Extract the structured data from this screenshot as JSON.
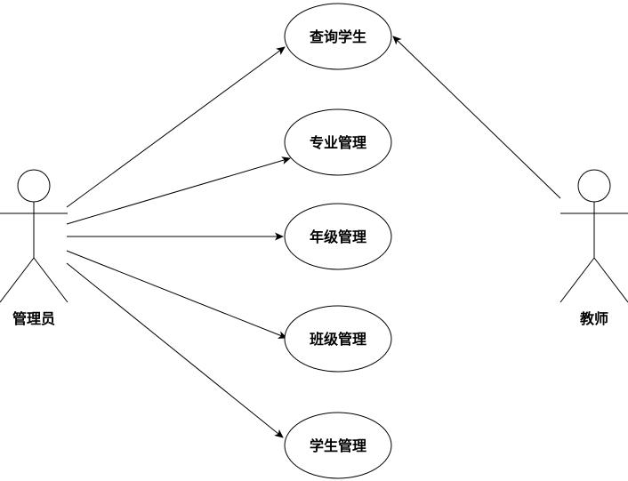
{
  "actors": [
    {
      "id": "admin",
      "label": "管理员"
    },
    {
      "id": "teacher",
      "label": "教师"
    }
  ],
  "use_cases": [
    {
      "id": "query-student",
      "label": "查询学生"
    },
    {
      "id": "major-manage",
      "label": "专业管理"
    },
    {
      "id": "grade-manage",
      "label": "年级管理"
    },
    {
      "id": "class-manage",
      "label": "班级管理"
    },
    {
      "id": "student-manage",
      "label": "学生管理"
    }
  ],
  "associations": [
    {
      "from": "admin",
      "to": "query-student"
    },
    {
      "from": "admin",
      "to": "major-manage"
    },
    {
      "from": "admin",
      "to": "grade-manage"
    },
    {
      "from": "admin",
      "to": "class-manage"
    },
    {
      "from": "admin",
      "to": "student-manage"
    },
    {
      "from": "teacher",
      "to": "query-student"
    }
  ],
  "colors": {
    "stroke": "#000000",
    "fill": "#ffffff"
  }
}
